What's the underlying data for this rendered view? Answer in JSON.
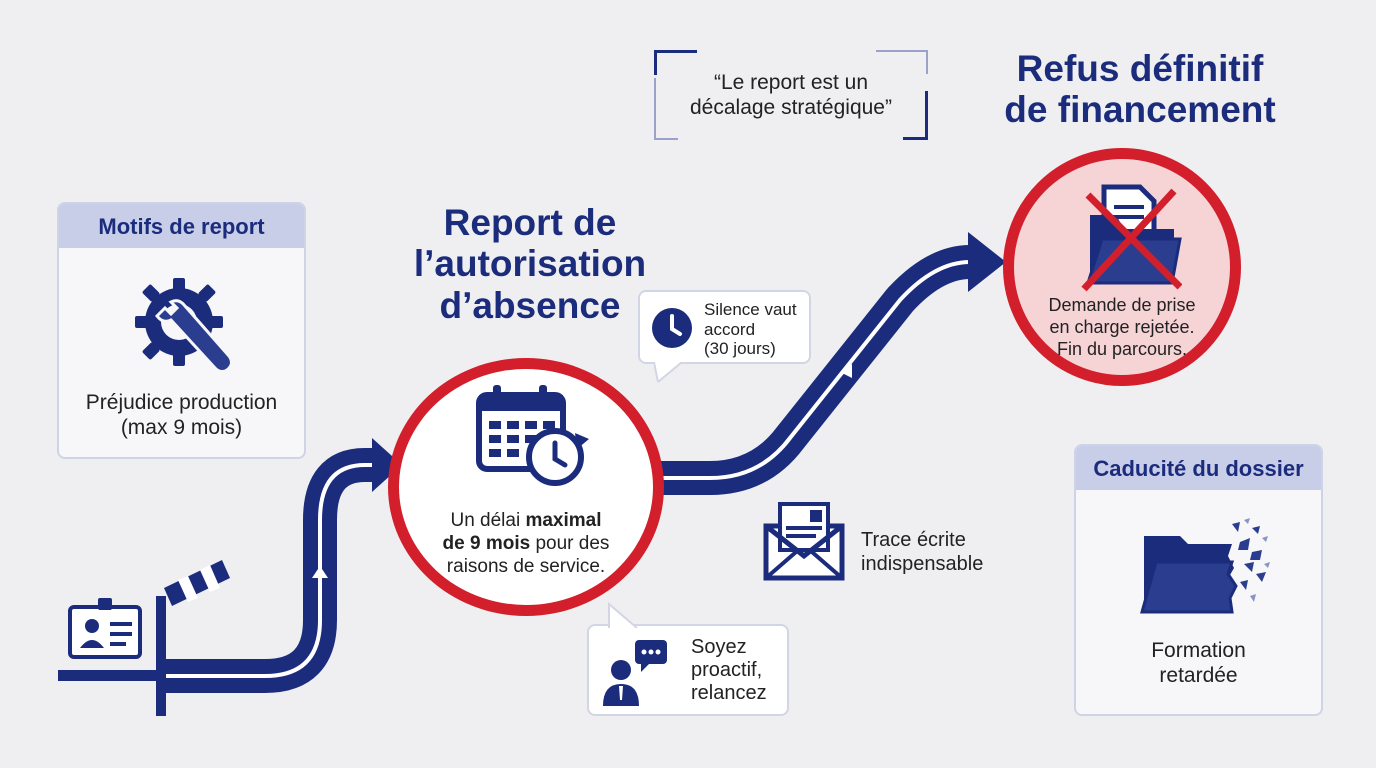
{
  "quote": {
    "line1": "“Le report est un",
    "line2": "décalage stratégique”"
  },
  "refus": {
    "title1": "Refus définitif",
    "title2": "de financement",
    "text1": "Demande de prise",
    "text2": "en charge rejetée.",
    "text3": "Fin du parcours."
  },
  "motifs": {
    "header": "Motifs de report",
    "text1": "Préjudice production",
    "text2": "(max 9 mois)"
  },
  "report": {
    "title1": "Report de",
    "title2": "l’autorisation",
    "title3": "d’absence",
    "line1_pre": "Un délai ",
    "line1_bold": "maximal",
    "line2_bold": "de 9 mois",
    "line2_post": " pour des",
    "line3": "raisons de service."
  },
  "silence": {
    "line1": "Silence vaut",
    "line2": "accord",
    "line3": "(30 jours)"
  },
  "trace": {
    "line1": "Trace écrite",
    "line2": "indispensable"
  },
  "proactif": {
    "line1": "Soyez",
    "line2": "proactif,",
    "line3": "relancez"
  },
  "caducite": {
    "header": "Caducité du dossier",
    "text1": "Formation",
    "text2": "retardée"
  },
  "colors": {
    "navy": "#1b2c7d",
    "red": "#d21f2b",
    "pink": "#f6d3d5",
    "card_header": "#c8cde8"
  }
}
